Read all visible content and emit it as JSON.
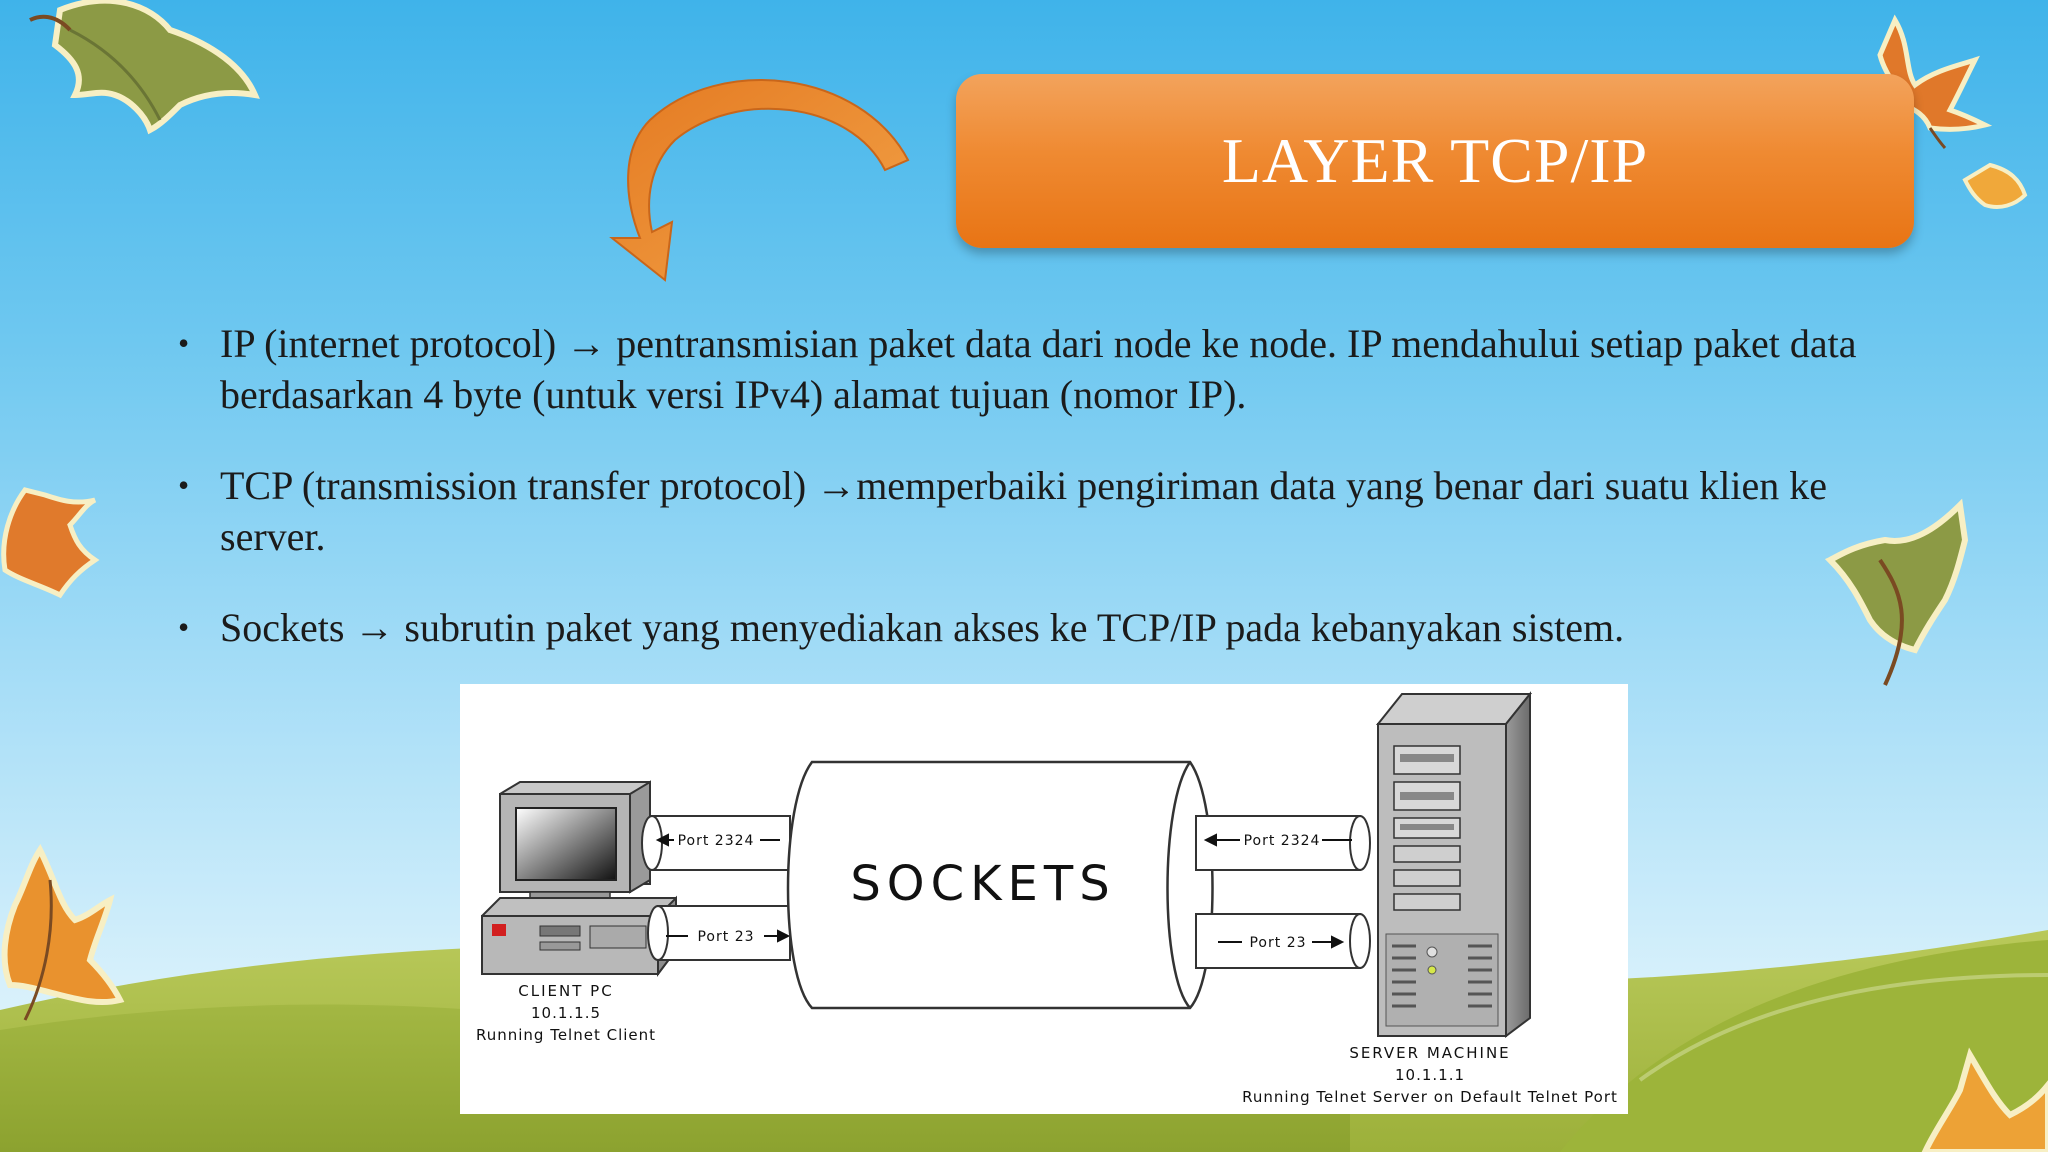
{
  "slide": {
    "title": "LAYER TCP/IP",
    "bullets": [
      "IP (internet protocol) → pentransmisian paket data dari node ke node. IP mendahului setiap paket data berdasarkan 4 byte (untuk versi IPv4) alamat tujuan (nomor IP).",
      "TCP (transmission transfer protocol) →memperbaiki pengiriman data yang benar dari suatu klien ke server.",
      "Sockets → subrutin paket yang menyediakan akses ke TCP/IP pada kebanyakan sistem."
    ]
  },
  "diagram": {
    "center_label": "SOCKETS",
    "client": {
      "name": "CLIENT PC",
      "ip": "10.1.1.5",
      "desc": "Running Telnet Client"
    },
    "server": {
      "name": "SERVER MACHINE",
      "ip": "10.1.1.1",
      "desc": "Running Telnet Server on  Default Telnet Port"
    },
    "ports": {
      "client_upper": "Port 2324",
      "client_lower": "Port 23",
      "server_upper": "Port 2324",
      "server_lower": "Port 23"
    }
  },
  "colors": {
    "title_orange": "#ef8a32",
    "sky_blue": "#6fc8f0",
    "grass_green": "#9cb43c",
    "leaf_orange": "#e9812a",
    "leaf_green": "#8fa24a"
  },
  "decorations": [
    "curved-arrow-icon",
    "autumn-leaf-icon"
  ]
}
